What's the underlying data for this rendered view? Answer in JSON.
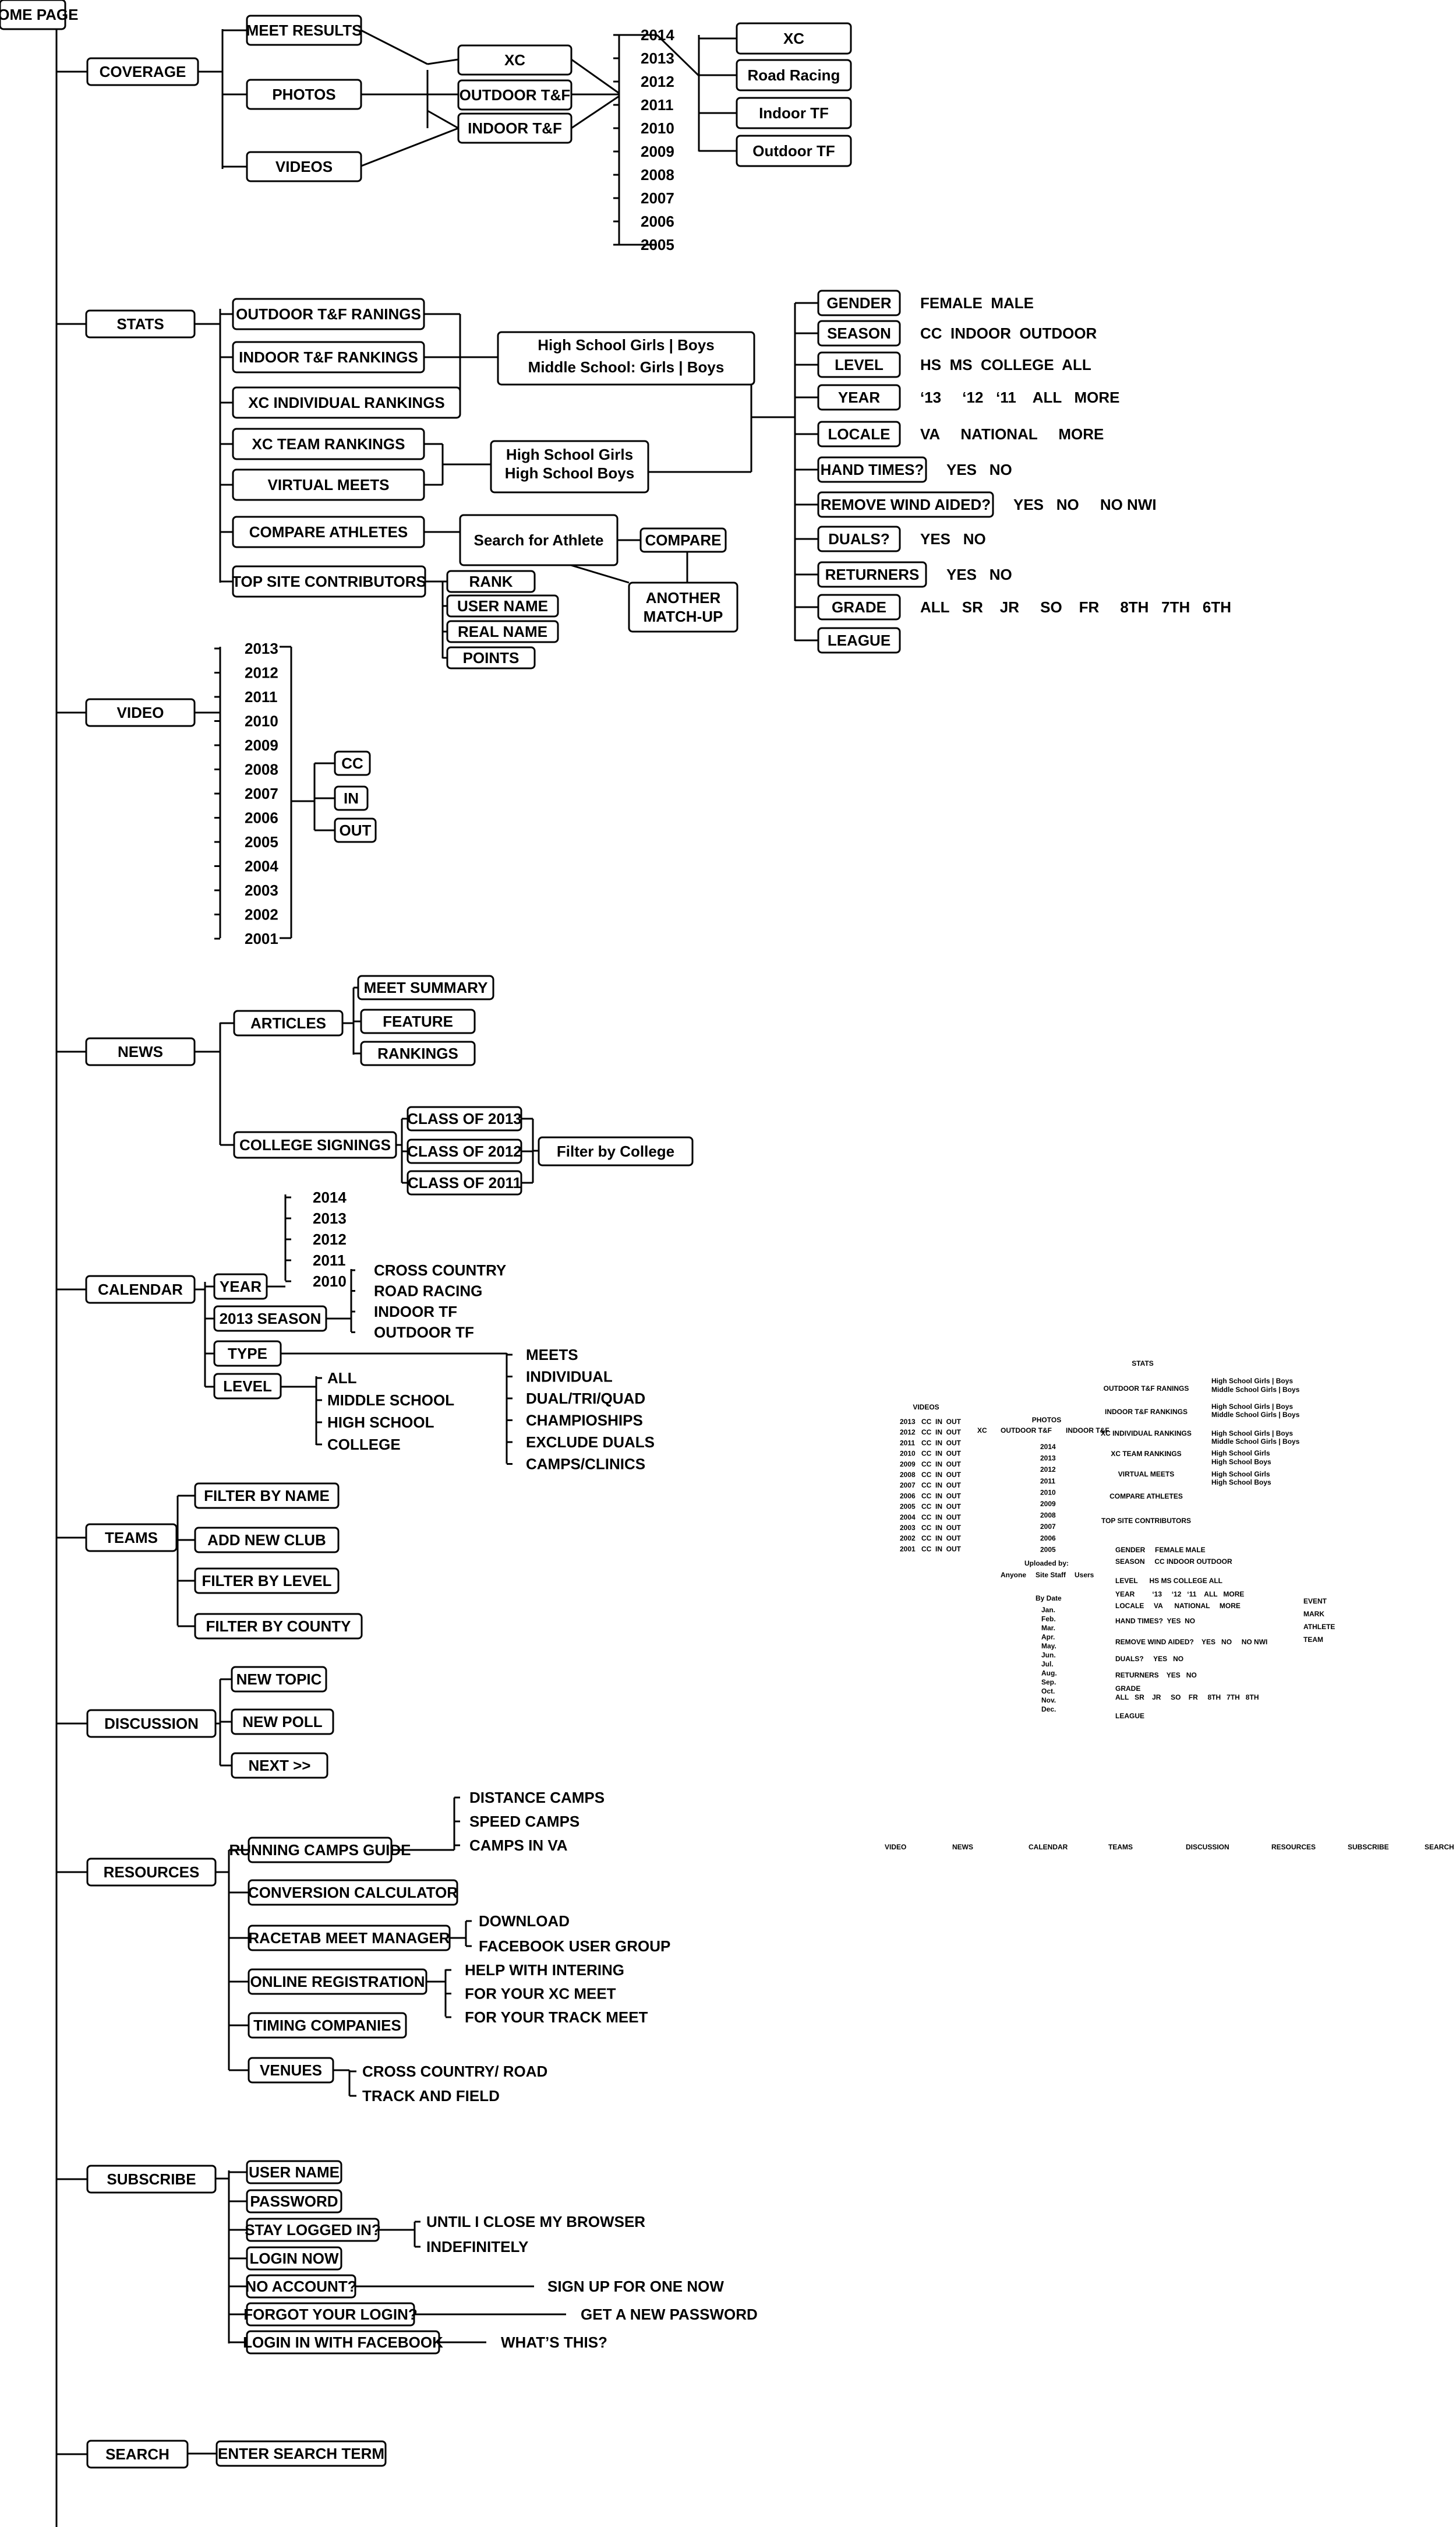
{
  "home": "HOME PAGE",
  "sections": {
    "coverage": {
      "label": "COVERAGE",
      "types": [
        "MEET RESULTS",
        "PHOTOS",
        "VIDEOS"
      ],
      "events": [
        "XC",
        "OUTDOOR T&F",
        "INDOOR T&F"
      ],
      "years": [
        "2014",
        "2013",
        "2012",
        "2011",
        "2010",
        "2009",
        "2008",
        "2007",
        "2006",
        "2005"
      ],
      "categories": [
        "XC",
        "Road Racing",
        "Indoor TF",
        "Outdoor TF"
      ]
    },
    "stats": {
      "label": "STATS",
      "rankings": [
        "OUTDOOR T&F RANINGS",
        "INDOOR T&F RANKINGS",
        "XC INDIVIDUAL RANKINGS",
        "XC TEAM RANKINGS",
        "VIRTUAL MEETS",
        "COMPARE ATHLETES",
        "TOP SITE CONTRIBUTORS"
      ],
      "group_individual": [
        "High School Girls | Boys",
        "Middle School: Girls | Boys"
      ],
      "group_team": [
        "High School Girls",
        "High School Boys"
      ],
      "search_athlete": "Search for Athlete",
      "compare": "COMPARE",
      "another_matchup": [
        "ANOTHER",
        "MATCH-UP"
      ],
      "contributor_fields": [
        "RANK",
        "USER NAME",
        "REAL NAME",
        "POINTS"
      ],
      "filters": [
        {
          "label": "GENDER",
          "options": "FEMALE  MALE"
        },
        {
          "label": "SEASON",
          "options": "CC  INDOOR  OUTDOOR"
        },
        {
          "label": "LEVEL",
          "options": "HS  MS  COLLEGE  ALL"
        },
        {
          "label": "YEAR",
          "options": "‘13     ‘12   ‘11    ALL   MORE"
        },
        {
          "label": "LOCALE",
          "options": "VA     NATIONAL     MORE"
        },
        {
          "label": "HAND TIMES?",
          "options": "YES   NO"
        },
        {
          "label": "REMOVE WIND AIDED?",
          "options": "YES   NO     NO NWI"
        },
        {
          "label": "DUALS?",
          "options": "YES   NO"
        },
        {
          "label": "RETURNERS",
          "options": "YES   NO"
        },
        {
          "label": "GRADE",
          "options": "ALL   SR    JR     SO    FR     8TH   7TH   6TH"
        },
        {
          "label": "LEAGUE",
          "options": ""
        }
      ]
    },
    "video": {
      "label": "VIDEO",
      "years": [
        "2013",
        "2012",
        "2011",
        "2010",
        "2009",
        "2008",
        "2007",
        "2006",
        "2005",
        "2004",
        "2003",
        "2002",
        "2001"
      ],
      "types": [
        "CC",
        "IN",
        "OUT"
      ]
    },
    "news": {
      "label": "NEWS",
      "articles": "ARTICLES",
      "article_types": [
        "MEET SUMMARY",
        "FEATURE",
        "RANKINGS"
      ],
      "college_signings": "COLLEGE SIGNINGS",
      "classes": [
        "CLASS OF 2013",
        "CLASS OF 2012",
        "CLASS OF 2011"
      ],
      "filter_college": "Filter by College"
    },
    "calendar": {
      "label": "CALENDAR",
      "year": "YEAR",
      "years": [
        "2014",
        "2013",
        "2012",
        "2011",
        "2010"
      ],
      "season": "2013 SEASON",
      "seasons": [
        "CROSS COUNTRY",
        "ROAD RACING",
        "INDOOR TF",
        "OUTDOOR TF"
      ],
      "type": "TYPE",
      "types": [
        "MEETS",
        "INDIVIDUAL",
        "DUAL/TRI/QUAD",
        "CHAMPIOSHIPS",
        "EXCLUDE DUALS",
        "CAMPS/CLINICS"
      ],
      "level": "LEVEL",
      "levels": [
        "ALL",
        "MIDDLE SCHOOL",
        "HIGH SCHOOL",
        "COLLEGE"
      ]
    },
    "teams": {
      "label": "TEAMS",
      "items": [
        "FILTER BY NAME",
        "ADD NEW CLUB",
        "FILTER BY LEVEL",
        "FILTER BY COUNTY"
      ]
    },
    "discussion": {
      "label": "DISCUSSION",
      "items": [
        "NEW TOPIC",
        "NEW POLL",
        "NEXT >>"
      ]
    },
    "resources": {
      "label": "RESOURCES",
      "items": [
        "RUNNING CAMPS GUIDE",
        "CONVERSION CALCULATOR",
        "RACETAB MEET MANAGER",
        "ONLINE REGISTRATION",
        "TIMING COMPANIES",
        "VENUES"
      ],
      "camps": [
        "DISTANCE CAMPS",
        "SPEED CAMPS",
        "CAMPS IN VA"
      ],
      "racetab": [
        "DOWNLOAD",
        "FACEBOOK USER GROUP"
      ],
      "registration": [
        "HELP WITH INTERING",
        "FOR YOUR XC MEET",
        "FOR YOUR TRACK MEET"
      ],
      "venues": [
        "CROSS COUNTRY/ ROAD",
        "TRACK AND FIELD"
      ]
    },
    "subscribe": {
      "label": "SUBSCRIBE",
      "items": [
        "USER NAME",
        "PASSWORD",
        "STAY LOGGED IN?",
        "LOGIN NOW",
        "NO ACCOUNT?",
        "FORGOT YOUR LOGIN?",
        "LOGIN IN WITH FACEBOOK"
      ],
      "stay_options": [
        "UNTIL I CLOSE MY BROWSER",
        "INDEFINITELY"
      ],
      "no_account": "SIGN UP FOR ONE NOW",
      "forgot": "GET A NEW PASSWORD",
      "facebook": "WHAT’S THIS?"
    },
    "search": {
      "label": "SEARCH",
      "item": "ENTER SEARCH TERM"
    }
  },
  "mini": {
    "stats": "STATS",
    "rankings": [
      "OUTDOOR T&F RANINGS",
      "INDOOR T&F RANKINGS",
      "XC INDIVIDUAL RANKINGS",
      "XC TEAM RANKINGS",
      "VIRTUAL MEETS",
      "COMPARE ATHLETES",
      "TOP SITE CONTRIBUTORS"
    ],
    "groups": [
      "High School Girls | Boys",
      "Middle School Girls | Boys",
      "High School Girls | Boys",
      "Middle School Girls | Boys",
      "High School Girls | Boys",
      "Middle School Girls | Boys",
      "High School Girls",
      "High School Boys",
      "High School Girls",
      "High School Boys"
    ],
    "videos": "VIDEOS",
    "video_years": [
      "2013",
      "2012",
      "2011",
      "2010",
      "2009",
      "2008",
      "2007",
      "2006",
      "2005",
      "2004",
      "2003",
      "2002",
      "2001"
    ],
    "cc_in_out": "CC  IN  OUT",
    "xc": "XC",
    "photos": "PHOTOS",
    "outdoor": "OUTDOOR T&F",
    "indoor": "INDOOR T&F",
    "photo_years": [
      "2014",
      "2013",
      "2012",
      "2011",
      "2010",
      "2009",
      "2008",
      "2007",
      "2006",
      "2005"
    ],
    "uploaded_by": "Uploaded by:",
    "uploaders": [
      "Anyone",
      "Site Staff",
      "Users"
    ],
    "by_date": "By Date",
    "months": [
      "Jan.",
      "Feb.",
      "Mar.",
      "Apr.",
      "May.",
      "Jun.",
      "Jul.",
      "Aug.",
      "Sep.",
      "Oct.",
      "Nov.",
      "Dec."
    ],
    "filters": [
      "GENDER     FEMALE MALE",
      "SEASON     CC INDOOR OUTDOOR",
      "LEVEL      HS MS COLLEGE ALL",
      "YEAR         ‘13     ‘12   ‘11    ALL   MORE",
      "LOCALE     VA      NATIONAL     MORE",
      "HAND TIMES?  YES  NO",
      "REMOVE WIND AIDED?    YES   NO     NO NWI",
      "DUALS?     YES   NO",
      "RETURNERS    YES   NO",
      "GRADE",
      "ALL   SR    JR     SO    FR     8TH   7TH   8TH",
      "LEAGUE"
    ],
    "results": [
      "EVENT",
      "MARK",
      "ATHLETE",
      "TEAM"
    ],
    "nav": [
      "VIDEO",
      "NEWS",
      "CALENDAR",
      "TEAMS",
      "DISCUSSION",
      "RESOURCES",
      "SUBSCRIBE",
      "SEARCH"
    ]
  }
}
